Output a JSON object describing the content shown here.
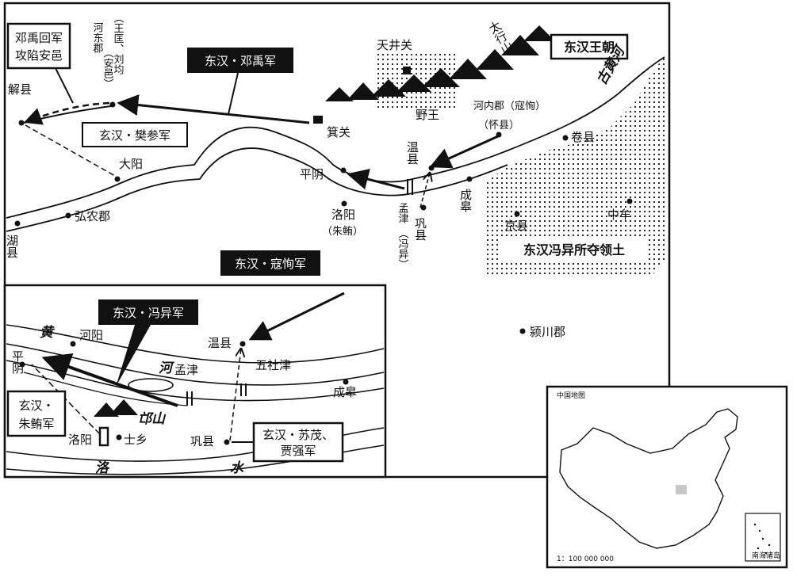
{
  "main_map": {
    "title": "东汉王朝",
    "places": {
      "xiexian": "解县",
      "hedong_a": "河东郡",
      "hedong_b": "（安邑）",
      "hedong_note": "（王匡、刘均",
      "tianjing": "天井关",
      "taihang": "太行山",
      "jiguan": "箕关",
      "yewang": "野王",
      "henei": "河内郡（寇恂）",
      "henei_sub": "（怀县）",
      "juanxian": "卷县",
      "wenxian": "温县",
      "pingyin": "平阴",
      "dayang": "大阳",
      "hongnong": "弘农郡",
      "huxian": "湖县",
      "luoyang": "洛阳",
      "luoyang_note": "（朱鲔）",
      "mengjin": "孟津",
      "mengjin_note": "（冯异）",
      "gongxian": "巩县",
      "chenggao": "成皋",
      "jingxian": "京县",
      "zhongmu": "中牟",
      "yingchuan": "颍川郡",
      "gu_huanghe": "古黄河"
    },
    "army_labels": {
      "deng_return": "邓禹回军攻陷安邑",
      "deng_return_l1": "邓禹回军",
      "deng_return_l2": "攻陷安邑",
      "deng_army": "东汉・邓禹军",
      "fan_army": "玄汉・樊参军",
      "kou_army": "东汉・寇恂军"
    },
    "territory_label": "东汉冯异所夺领土"
  },
  "inset_map": {
    "army_labels": {
      "feng_army": "东汉・冯异军",
      "zhu_l1": "玄汉・",
      "zhu_l2": "朱鲔军",
      "su_l1": "玄汉・苏茂、",
      "su_l2": "贾强军"
    },
    "places": {
      "heyang": "河阳",
      "pingyin": "平阴",
      "wenxian": "温县",
      "mengjin": "孟津",
      "wushejin": "五社津",
      "chenggao": "成皋",
      "mangshan": "邙山",
      "luoyang": "洛阳",
      "shixiang": "士乡",
      "gongxian": "巩县"
    },
    "rivers": {
      "huang": "黄",
      "he": "河",
      "luo": "洛",
      "shui": "水"
    }
  },
  "china_inset": {
    "title": "中国地图",
    "scale": "1：100 000 000",
    "south_sea": "南海诸岛"
  },
  "colors": {
    "ink": "#111111",
    "paper": "#ffffff",
    "highlight": "#c8c8c8"
  }
}
